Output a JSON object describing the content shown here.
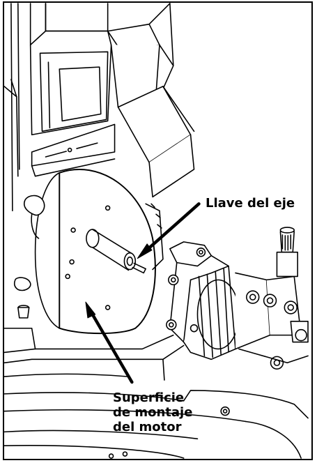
{
  "labels": {
    "shaft_key": "Llave del eje",
    "motor_mounting_surface": [
      "Superficie",
      "de montaje",
      "del motor"
    ]
  },
  "colors": {
    "line": "#000000",
    "background": "#ffffff"
  }
}
